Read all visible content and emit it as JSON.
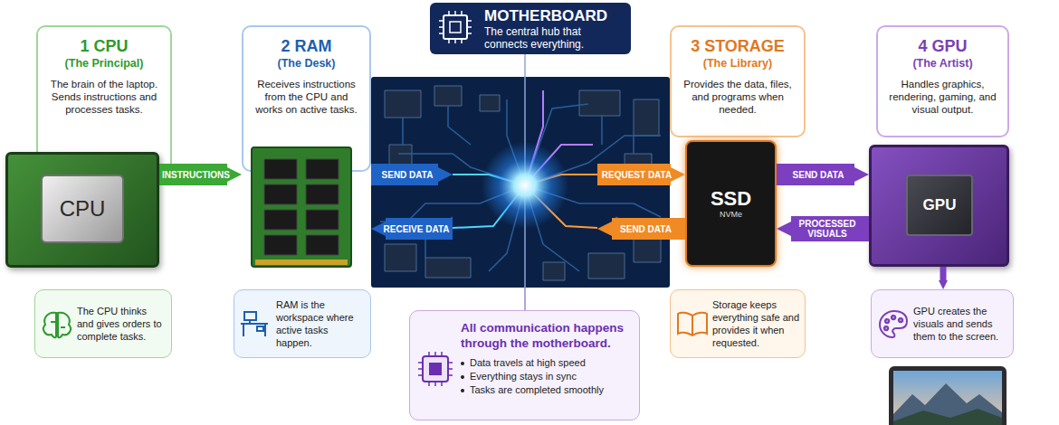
{
  "diagram": {
    "nodes": [
      {
        "text": [
          "1 CPU",
          "(The Principal)",
          "The brain of the laptop. Sends instructions and processes tasks."
        ]
      },
      {
        "text": [
          "CPU"
        ]
      },
      {
        "text": [
          "The CPU thinks and gives orders to complete tasks."
        ]
      },
      {
        "text": [
          "2 RAM",
          "(The Desk)",
          "Receives instructions from the CPU and works on active tasks."
        ]
      },
      {
        "text": [
          "RAM is the workspace where active tasks happen."
        ]
      },
      {
        "text": [
          "MOTHERBOARD",
          "The central hub that connects everything."
        ]
      },
      {
        "text": [
          "All communication happens through the motherboard.",
          "Data travels at high speed",
          "Everything stays in sync",
          "Tasks are completed smoothly"
        ]
      },
      {
        "text": [
          "3 STORAGE",
          "(The Library)",
          "Provides the data, files, and programs when needed."
        ]
      },
      {
        "text": [
          "SSD",
          "NVMe"
        ]
      },
      {
        "text": [
          "Storage keeps everything safe and provides it when requested."
        ]
      },
      {
        "text": [
          "4 GPU",
          "(The Artist)",
          "Handles graphics, rendering, gaming, and visual output."
        ]
      },
      {
        "text": [
          "GPU"
        ]
      },
      {
        "text": [
          "GPU creates the visuals and sends them to the screen."
        ]
      }
    ],
    "edges": [
      {
        "from": 1,
        "to": 3,
        "label": "INSTRUCTIONS",
        "arrow": "to"
      },
      {
        "from": 3,
        "to": 5,
        "label": "SEND DATA",
        "arrow": "to"
      },
      {
        "from": 5,
        "to": 3,
        "label": "RECEIVE DATA",
        "arrow": "to"
      },
      {
        "from": 5,
        "to": 8,
        "label": "REQUEST DATA",
        "arrow": "to"
      },
      {
        "from": 8,
        "to": 5,
        "label": "SEND DATA",
        "arrow": "to"
      },
      {
        "from": 8,
        "to": 11,
        "label": "SEND DATA",
        "arrow": "to"
      },
      {
        "from": 11,
        "to": 8,
        "label": "PROCESSED VISUALS",
        "arrow": "to"
      },
      {
        "from": 11,
        "to": 12,
        "arrow": "to"
      },
      {
        "from": 5,
        "to": 6,
        "arrow": "none"
      }
    ]
  }
}
